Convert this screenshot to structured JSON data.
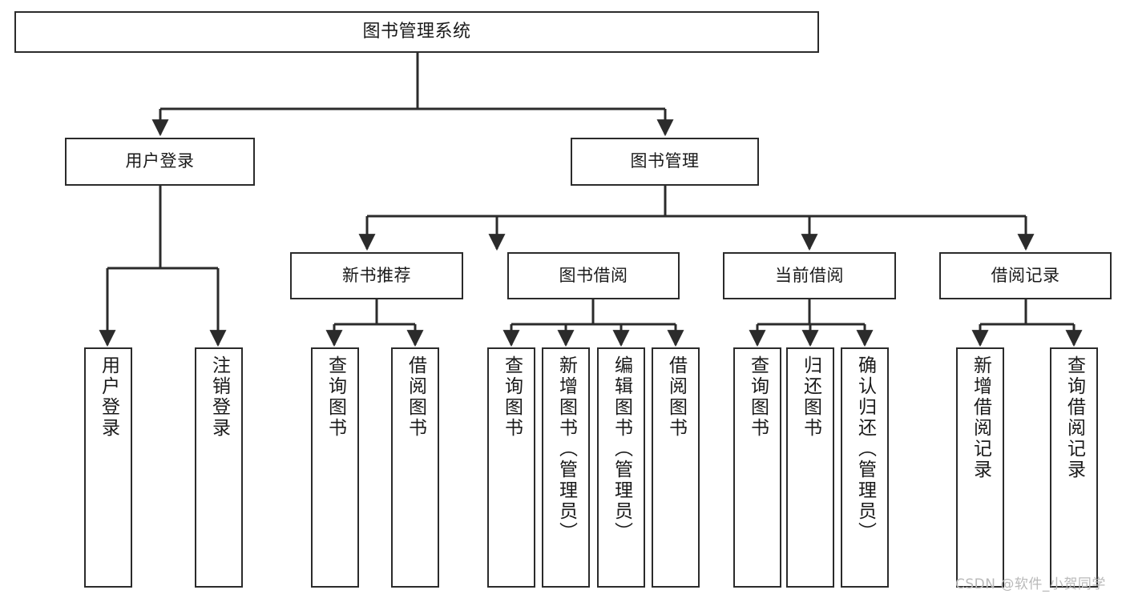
{
  "diagram": {
    "title": "图书管理系统",
    "type": "hierarchy-tree",
    "colors": {
      "box_stroke": "#2b2b2b",
      "box_fill": "#ffffff",
      "edge": "#2b2b2b",
      "text": "#1a1a1a",
      "watermark": "#b9b9b9",
      "background": "#ffffff"
    }
  },
  "nodes": {
    "root": {
      "label": "图书管理系统",
      "level": 0
    },
    "level1": [
      {
        "id": "user-login",
        "label": "用户登录"
      },
      {
        "id": "book-management",
        "label": "图书管理"
      }
    ],
    "level2": [
      {
        "id": "new-book-recommend",
        "label": "新书推荐",
        "parent": "book-management"
      },
      {
        "id": "book-borrow",
        "label": "图书借阅",
        "parent": "book-management"
      },
      {
        "id": "current-borrow",
        "label": "当前借阅",
        "parent": "book-management"
      },
      {
        "id": "borrow-record",
        "label": "借阅记录",
        "parent": "book-management"
      }
    ],
    "leaves": [
      {
        "id": "leaf-user-login",
        "label": "用户登录",
        "parent": "user-login"
      },
      {
        "id": "leaf-logout-login",
        "label": "注销登录",
        "parent": "user-login"
      },
      {
        "id": "leaf-query-book-1",
        "label": "查询图书",
        "parent": "new-book-recommend"
      },
      {
        "id": "leaf-borrow-book-1",
        "label": "借阅图书",
        "parent": "new-book-recommend"
      },
      {
        "id": "leaf-query-book-2",
        "label": "查询图书",
        "parent": "book-borrow"
      },
      {
        "id": "leaf-add-book",
        "label": "新增图书（管理员）",
        "parent": "book-borrow"
      },
      {
        "id": "leaf-edit-book",
        "label": "编辑图书（管理员）",
        "parent": "book-borrow"
      },
      {
        "id": "leaf-borrow-book-2",
        "label": "借阅图书",
        "parent": "book-borrow"
      },
      {
        "id": "leaf-query-book-3",
        "label": "查询图书",
        "parent": "current-borrow"
      },
      {
        "id": "leaf-return-book",
        "label": "归还图书",
        "parent": "current-borrow"
      },
      {
        "id": "leaf-confirm-return",
        "label": "确认归还（管理员）",
        "parent": "current-borrow"
      },
      {
        "id": "leaf-add-record",
        "label": "新增借阅记录",
        "parent": "borrow-record"
      },
      {
        "id": "leaf-query-record",
        "label": "查询借阅记录",
        "parent": "borrow-record"
      }
    ]
  },
  "watermark": {
    "text": "CSDN @软件_小贺同学"
  }
}
